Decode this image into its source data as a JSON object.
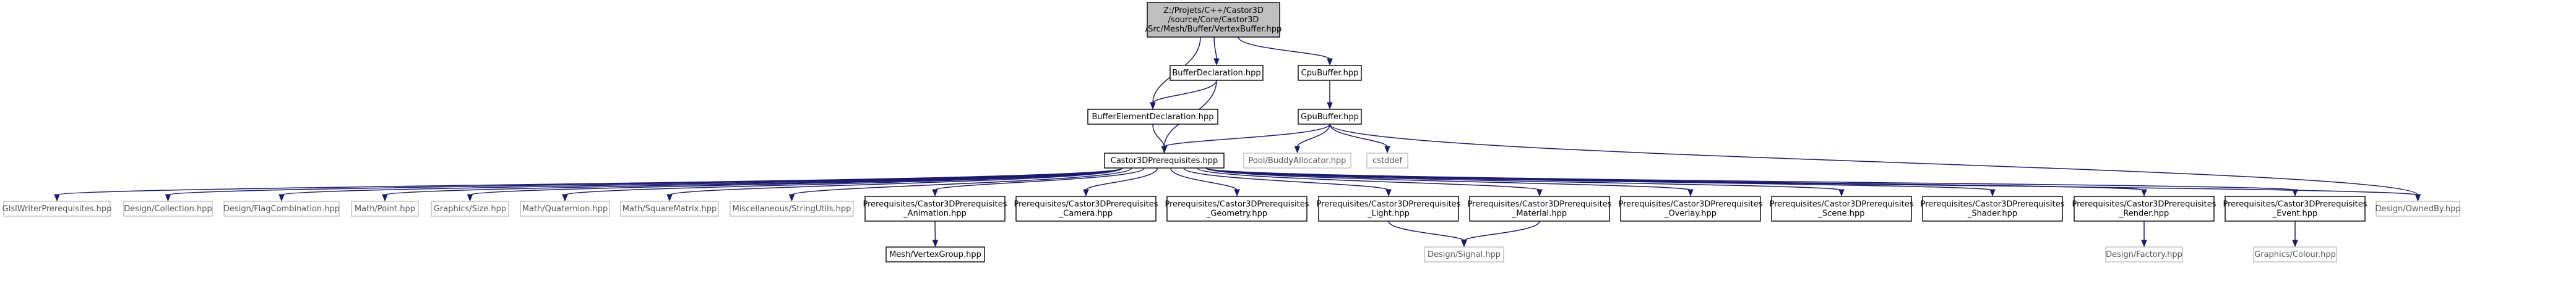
{
  "colors": {
    "edge": "#191970",
    "node_border": "#000000",
    "node_border_dim": "#bfbfbf",
    "root_fill": "#bfbfbf",
    "node_fill": "#ffffff"
  },
  "nodes": [
    {
      "id": "root",
      "kind": "root",
      "lines": [
        "Z:/Projets/C++/Castor3D",
        "/source/Core/Castor3D",
        "/Src/Mesh/Buffer/VertexBuffer.hpp"
      ]
    },
    {
      "id": "bufdecl",
      "kind": "normal",
      "lines": [
        "BufferDeclaration.hpp"
      ]
    },
    {
      "id": "cpubuf",
      "kind": "normal",
      "lines": [
        "CpuBuffer.hpp"
      ]
    },
    {
      "id": "bufelem",
      "kind": "normal",
      "lines": [
        "BufferElementDeclaration.hpp"
      ]
    },
    {
      "id": "gpubuf",
      "kind": "normal",
      "lines": [
        "GpuBuffer.hpp"
      ]
    },
    {
      "id": "prereq",
      "kind": "normal",
      "lines": [
        "Castor3DPrerequisites.hpp"
      ]
    },
    {
      "id": "pool",
      "kind": "dim",
      "lines": [
        "Pool/BuddyAllocator.hpp"
      ]
    },
    {
      "id": "cstddef",
      "kind": "dim",
      "lines": [
        "cstddef"
      ]
    },
    {
      "id": "glsl",
      "kind": "dim",
      "lines": [
        "GlslWriterPrerequisites.hpp"
      ]
    },
    {
      "id": "collection",
      "kind": "dim",
      "lines": [
        "Design/Collection.hpp"
      ]
    },
    {
      "id": "flagcomb",
      "kind": "dim",
      "lines": [
        "Design/FlagCombination.hpp"
      ]
    },
    {
      "id": "point",
      "kind": "dim",
      "lines": [
        "Math/Point.hpp"
      ]
    },
    {
      "id": "size",
      "kind": "dim",
      "lines": [
        "Graphics/Size.hpp"
      ]
    },
    {
      "id": "quat",
      "kind": "dim",
      "lines": [
        "Math/Quaternion.hpp"
      ]
    },
    {
      "id": "sqmat",
      "kind": "dim",
      "lines": [
        "Math/SquareMatrix.hpp"
      ]
    },
    {
      "id": "strutils",
      "kind": "dim",
      "lines": [
        "Miscellaneous/StringUtils.hpp"
      ]
    },
    {
      "id": "anim",
      "kind": "normal",
      "lines": [
        "Prerequisites/Castor3DPrerequisites",
        "_Animation.hpp"
      ]
    },
    {
      "id": "camera",
      "kind": "normal",
      "lines": [
        "Prerequisites/Castor3DPrerequisites",
        "_Camera.hpp"
      ]
    },
    {
      "id": "geometry",
      "kind": "normal",
      "lines": [
        "Prerequisites/Castor3DPrerequisites",
        "_Geometry.hpp"
      ]
    },
    {
      "id": "light",
      "kind": "normal",
      "lines": [
        "Prerequisites/Castor3DPrerequisites",
        "_Light.hpp"
      ]
    },
    {
      "id": "material",
      "kind": "normal",
      "lines": [
        "Prerequisites/Castor3DPrerequisites",
        "_Material.hpp"
      ]
    },
    {
      "id": "overlay",
      "kind": "normal",
      "lines": [
        "Prerequisites/Castor3DPrerequisites",
        "_Overlay.hpp"
      ]
    },
    {
      "id": "scene",
      "kind": "normal",
      "lines": [
        "Prerequisites/Castor3DPrerequisites",
        "_Scene.hpp"
      ]
    },
    {
      "id": "shader",
      "kind": "normal",
      "lines": [
        "Prerequisites/Castor3DPrerequisites",
        "_Shader.hpp"
      ]
    },
    {
      "id": "render",
      "kind": "normal",
      "lines": [
        "Prerequisites/Castor3DPrerequisites",
        "_Render.hpp"
      ]
    },
    {
      "id": "event",
      "kind": "normal",
      "lines": [
        "Prerequisites/Castor3DPrerequisites",
        "_Event.hpp"
      ]
    },
    {
      "id": "ownedby",
      "kind": "dim",
      "lines": [
        "Design/OwnedBy.hpp"
      ]
    },
    {
      "id": "vgroup",
      "kind": "normal",
      "lines": [
        "Mesh/VertexGroup.hpp"
      ]
    },
    {
      "id": "signal",
      "kind": "dim",
      "lines": [
        "Design/Signal.hpp"
      ]
    },
    {
      "id": "factory",
      "kind": "dim",
      "lines": [
        "Design/Factory.hpp"
      ]
    },
    {
      "id": "colour",
      "kind": "dim",
      "lines": [
        "Graphics/Colour.hpp"
      ]
    }
  ],
  "edges": [
    [
      "root",
      "bufelem"
    ],
    [
      "root",
      "bufdecl"
    ],
    [
      "root",
      "cpubuf"
    ],
    [
      "bufdecl",
      "bufelem"
    ],
    [
      "bufdecl",
      "prereq"
    ],
    [
      "bufelem",
      "prereq"
    ],
    [
      "cpubuf",
      "gpubuf"
    ],
    [
      "gpubuf",
      "prereq"
    ],
    [
      "gpubuf",
      "pool"
    ],
    [
      "gpubuf",
      "cstddef"
    ],
    [
      "gpubuf",
      "ownedby"
    ],
    [
      "prereq",
      "glsl"
    ],
    [
      "prereq",
      "collection"
    ],
    [
      "prereq",
      "flagcomb"
    ],
    [
      "prereq",
      "point"
    ],
    [
      "prereq",
      "size"
    ],
    [
      "prereq",
      "quat"
    ],
    [
      "prereq",
      "sqmat"
    ],
    [
      "prereq",
      "strutils"
    ],
    [
      "prereq",
      "anim"
    ],
    [
      "prereq",
      "camera"
    ],
    [
      "prereq",
      "geometry"
    ],
    [
      "prereq",
      "light"
    ],
    [
      "prereq",
      "material"
    ],
    [
      "prereq",
      "overlay"
    ],
    [
      "prereq",
      "scene"
    ],
    [
      "prereq",
      "shader"
    ],
    [
      "prereq",
      "render"
    ],
    [
      "prereq",
      "event"
    ],
    [
      "prereq",
      "ownedby"
    ],
    [
      "anim",
      "vgroup"
    ],
    [
      "light",
      "signal"
    ],
    [
      "material",
      "signal"
    ],
    [
      "render",
      "factory"
    ],
    [
      "event",
      "colour"
    ]
  ]
}
